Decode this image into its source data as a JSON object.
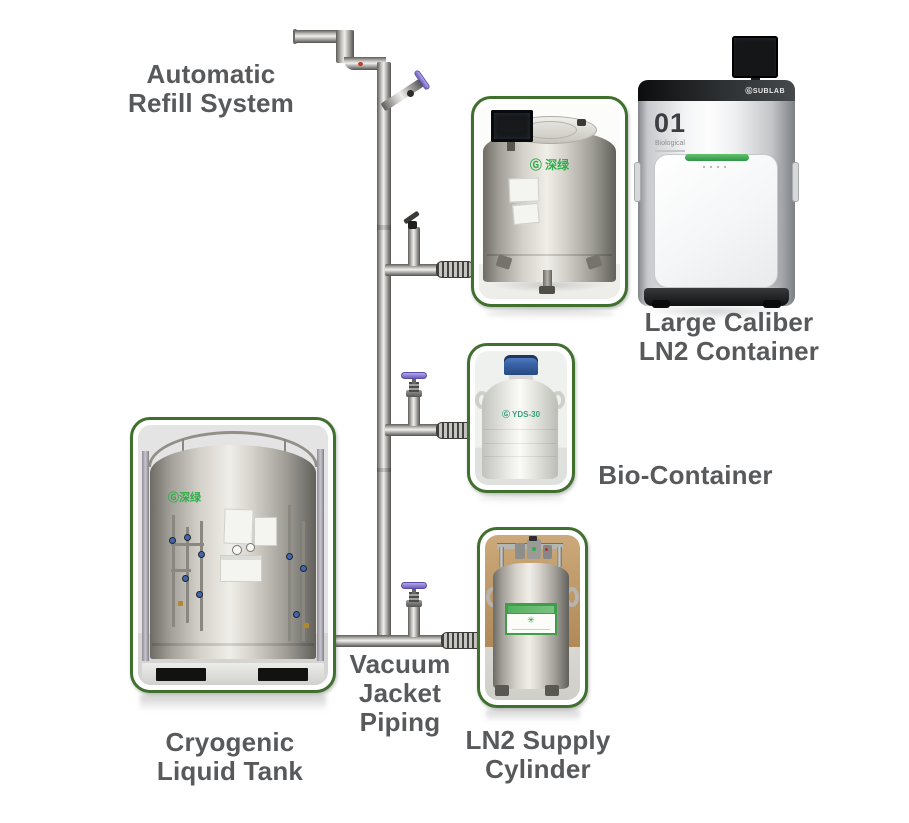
{
  "labels": {
    "automatic_refill": "Automatic\nRefill System",
    "large_caliber": "Large Caliber\nLN2 Container",
    "bio_container": "Bio-Container",
    "vacuum_piping": "Vacuum\nJacket\nPiping",
    "cryogenic_tank": "Cryogenic\nLiquid Tank",
    "ln2_cylinder": "LN2 Supply\nCylinder"
  },
  "devices": {
    "storage_tank": {
      "brand": "深绿"
    },
    "large_container": {
      "brand": "SUBLAB",
      "unit_number": "01",
      "unit_type": "Biological"
    },
    "bio_container": {
      "model": "YDS-30"
    },
    "cryo_tank": {
      "brand": "深绿"
    }
  },
  "icons": {
    "brand_mark": "Ⓖ",
    "label_seal": "✳"
  },
  "colors": {
    "frame_green": "#40702e",
    "label_text": "#58595b",
    "valve_purple": "#8d7fd2",
    "accent_green": "#2fae4a",
    "cap_blue": "#3a63a8",
    "door_accent": "#3e9e4f",
    "pipe_gray": "#a5a4a1"
  }
}
